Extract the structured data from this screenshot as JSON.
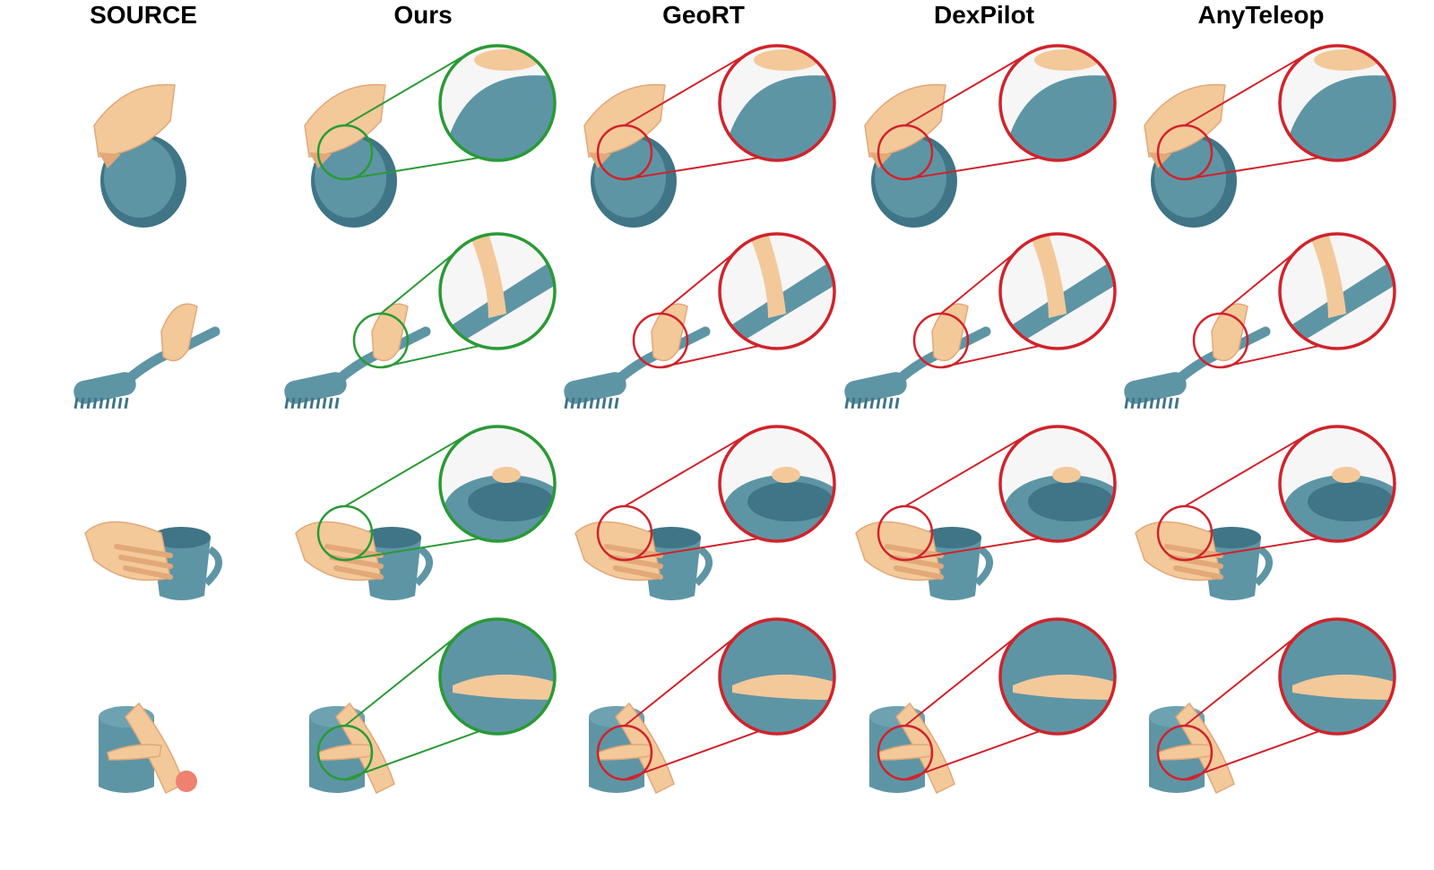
{
  "columns": [
    {
      "id": "source",
      "label": "SOURCE"
    },
    {
      "id": "ours",
      "label": "Ours",
      "highlight": "#2a9a35"
    },
    {
      "id": "geort",
      "label": "GeoRT",
      "highlight": "#d0232b"
    },
    {
      "id": "dexpilot",
      "label": "DexPilot",
      "highlight": "#d0232b"
    },
    {
      "id": "anyteleop",
      "label": "AnyTeleop",
      "highlight": "#d0232b"
    }
  ],
  "rows": [
    {
      "id": "bowl",
      "object": "bowl"
    },
    {
      "id": "brush",
      "object": "brush"
    },
    {
      "id": "mug",
      "object": "mug"
    },
    {
      "id": "can",
      "object": "can"
    }
  ],
  "colors": {
    "object": "#5e95a5",
    "object_dark": "#3f7586",
    "hand": "#f3c99a",
    "hand_shade": "#e2a878",
    "ours_ring": "#2a9a35",
    "baseline_ring": "#d0232b",
    "source_tip": "#f08070"
  }
}
